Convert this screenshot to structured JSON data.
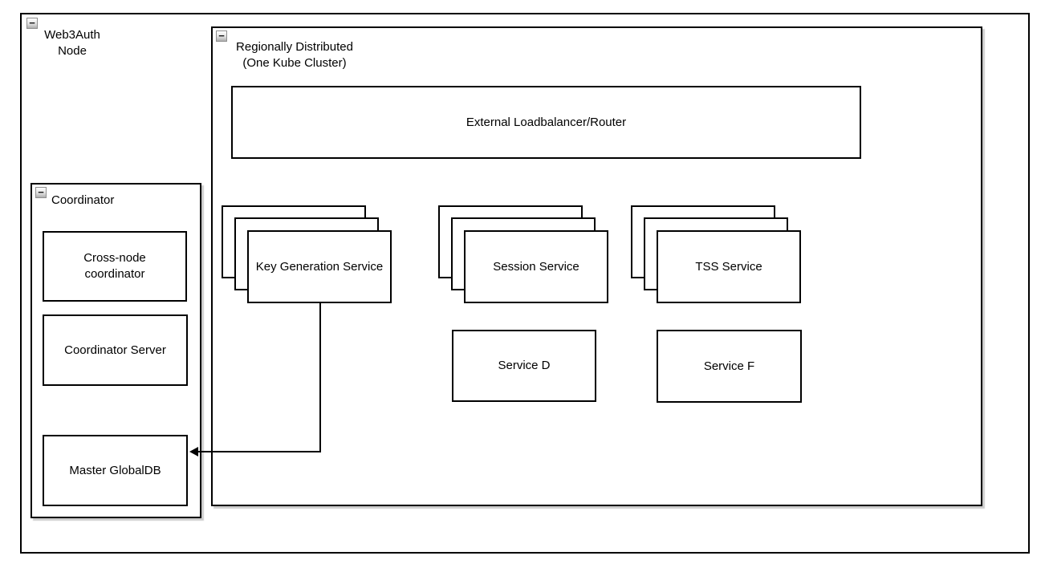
{
  "icons": {
    "collapse": "−"
  },
  "colors": {
    "line": "#000000",
    "box_fill": "#ffffff",
    "text": "#000000",
    "shadow": "rgba(0,0,0,0.2)",
    "collapse_button_border": "#8f8f8f"
  },
  "containers": {
    "web3auth": {
      "label": "Web3Auth\nNode",
      "collapsed": false
    },
    "regional": {
      "label": "Regionally Distributed\n(One Kube Cluster)",
      "collapsed": false
    },
    "coordinator": {
      "label": "Coordinator",
      "collapsed": false
    }
  },
  "nodes": {
    "external_lb": {
      "label": "External Loadbalancer/Router"
    },
    "key_generation": {
      "label": "Key Generation\nService",
      "stack_count": 3
    },
    "session": {
      "label": "Session Service",
      "stack_count": 3
    },
    "tss": {
      "label": "TSS Service",
      "stack_count": 3
    },
    "service_d": {
      "label": "Service D"
    },
    "service_f": {
      "label": "Service F"
    },
    "cross_node": {
      "label": "Cross-node\ncoordinator"
    },
    "coordinator_server": {
      "label": "Coordinator Server"
    },
    "master_globaldb": {
      "label": "Master GlobalDB"
    }
  },
  "edges": [
    {
      "from": "Key Generation Service",
      "to": "Master GlobalDB",
      "shape": "orthogonal",
      "arrowhead": "into-right-side-of-target"
    }
  ]
}
